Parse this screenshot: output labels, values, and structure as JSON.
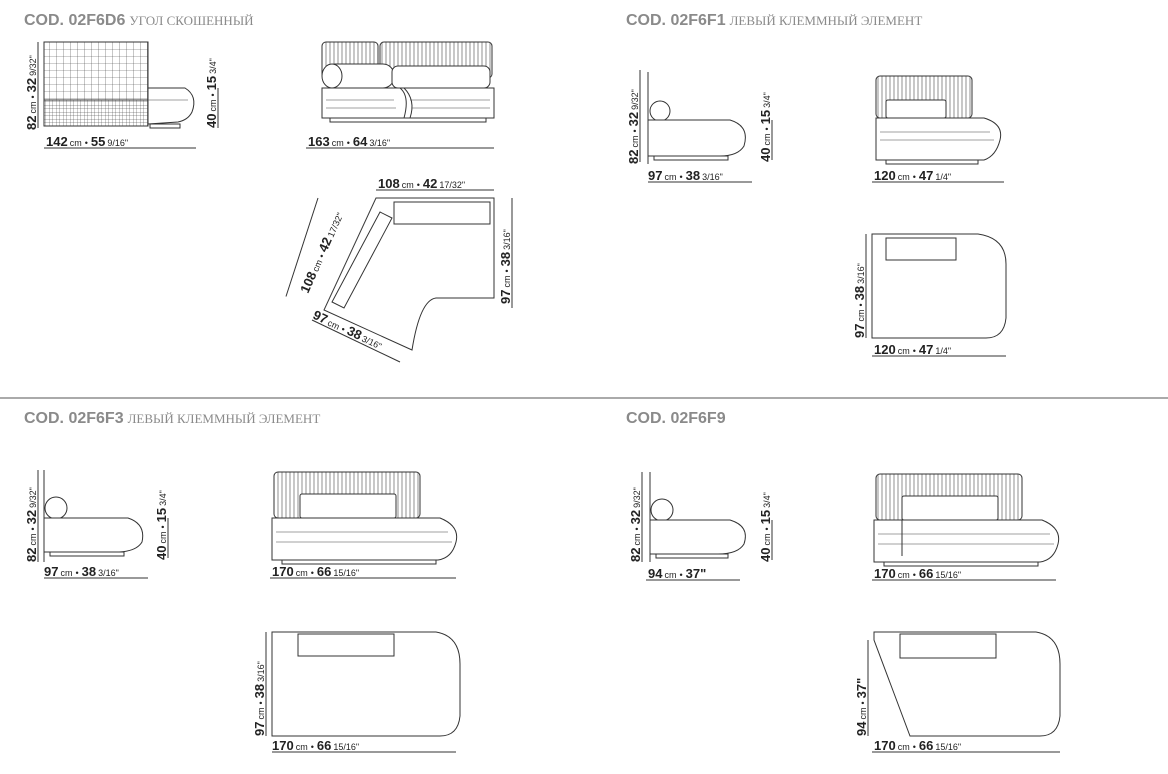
{
  "sections": [
    {
      "code": "COD. 02F6D6",
      "desc": "УГОЛ СКОШЕННЫЙ",
      "dims": {
        "side_height": {
          "cm": "82",
          "in": "32",
          "frac": "9/32\""
        },
        "side_seat": {
          "cm": "40",
          "in": "15",
          "frac": "3/4\""
        },
        "side_depth": {
          "cm": "142",
          "in": "55",
          "frac": "9/16\""
        },
        "front_width": {
          "cm": "163",
          "in": "64",
          "frac": "3/16\""
        },
        "plan_top": {
          "cm": "108",
          "in": "42",
          "frac": "17/32\""
        },
        "plan_diag": {
          "cm": "108",
          "in": "42",
          "frac": "17/32\""
        },
        "plan_right": {
          "cm": "97",
          "in": "38",
          "frac": "3/16\""
        },
        "plan_bottom": {
          "cm": "97",
          "in": "38",
          "frac": "3/16\""
        }
      }
    },
    {
      "code": "COD. 02F6F1",
      "desc": "ЛЕВЫЙ КЛЕММНЫЙ ЭЛЕМЕНТ",
      "dims": {
        "side_height": {
          "cm": "82",
          "in": "32",
          "frac": "9/32\""
        },
        "side_seat": {
          "cm": "40",
          "in": "15",
          "frac": "3/4\""
        },
        "side_depth": {
          "cm": "97",
          "in": "38",
          "frac": "3/16\""
        },
        "front_width": {
          "cm": "120",
          "in": "47",
          "frac": "1/4\""
        },
        "plan_depth": {
          "cm": "97",
          "in": "38",
          "frac": "3/16\""
        },
        "plan_width": {
          "cm": "120",
          "in": "47",
          "frac": "1/4\""
        }
      }
    },
    {
      "code": "COD. 02F6F3",
      "desc": "ЛЕВЫЙ КЛЕММНЫЙ ЭЛЕМЕНТ",
      "dims": {
        "side_height": {
          "cm": "82",
          "in": "32",
          "frac": "9/32\""
        },
        "side_seat": {
          "cm": "40",
          "in": "15",
          "frac": "3/4\""
        },
        "side_depth": {
          "cm": "97",
          "in": "38",
          "frac": "3/16\""
        },
        "front_width": {
          "cm": "170",
          "in": "66",
          "frac": "15/16\""
        },
        "plan_depth": {
          "cm": "97",
          "in": "38",
          "frac": "3/16\""
        },
        "plan_width": {
          "cm": "170",
          "in": "66",
          "frac": "15/16\""
        }
      }
    },
    {
      "code": "COD. 02F6F9",
      "desc": "",
      "dims": {
        "side_height": {
          "cm": "82",
          "in": "32",
          "frac": "9/32\""
        },
        "side_seat": {
          "cm": "40",
          "in": "15",
          "frac": "3/4\""
        },
        "side_depth": {
          "cm": "94",
          "in": "37\"",
          "frac": ""
        },
        "front_width": {
          "cm": "170",
          "in": "66",
          "frac": "15/16\""
        },
        "plan_depth": {
          "cm": "94",
          "in": "37\"",
          "frac": ""
        },
        "plan_width": {
          "cm": "170",
          "in": "66",
          "frac": "15/16\""
        }
      }
    }
  ],
  "unit_cm": "cm",
  "separator": "•"
}
